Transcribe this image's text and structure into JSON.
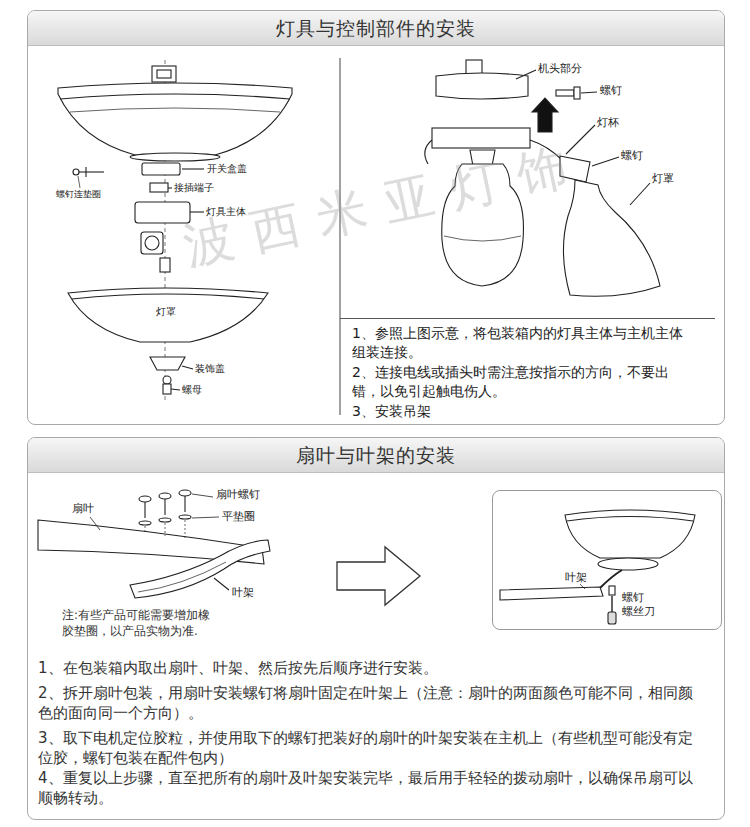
{
  "diagram": {
    "nodes": [
      {
        "text": [
          "灯具与控制部件的安装"
        ]
      },
      {
        "text": [
          "1、参照上图示意，将包装箱内的灯具主体与主机主体 组装连接。",
          "2、连接电线或插头时需注意按指示的方向，不要出 错，以免引起触电伤人。",
          "3、安装吊架"
        ],
        "in": 0
      },
      {
        "text": [
          "扇叶与叶架的安装"
        ]
      },
      {
        "text": [
          "叶架",
          "螺钉",
          "螺丝刀"
        ],
        "in": 2
      }
    ],
    "labels": [
      "开关盒盖",
      "接插端子",
      "螺钉连垫圈",
      "灯具主体",
      "灯罩",
      "装饰盖",
      "螺母",
      "机头部分",
      "螺钉",
      "灯杯",
      "螺钉",
      "灯罩",
      "波西米亚灯饰",
      "扇叶螺钉",
      "平垫圈",
      "扇叶",
      "叶架",
      "注:有些产品可能需要增加橡 胶垫圈，以产品实物为准.",
      "1、在包装箱内取出扇叶、叶架、然后按先后顺序进行安装。",
      "2、拆开扇叶包装，用扇叶安装螺钉将扇叶固定在叶架上（注意：扇叶的两面颜色可能不同，相同颜 色的面向同一个方向）。",
      "3、取下电机定位胶粒，并使用取下的螺钉把装好的扇叶的叶架安装在主机上（有些机型可能没有定 位胶，螺钉包装在配件包内）",
      "4、重复以上步骤，直至把所有的扇叶及叶架安装完毕，最后用手轻轻的拨动扇叶，以确保吊扇可以 顺畅转动。"
    ]
  }
}
